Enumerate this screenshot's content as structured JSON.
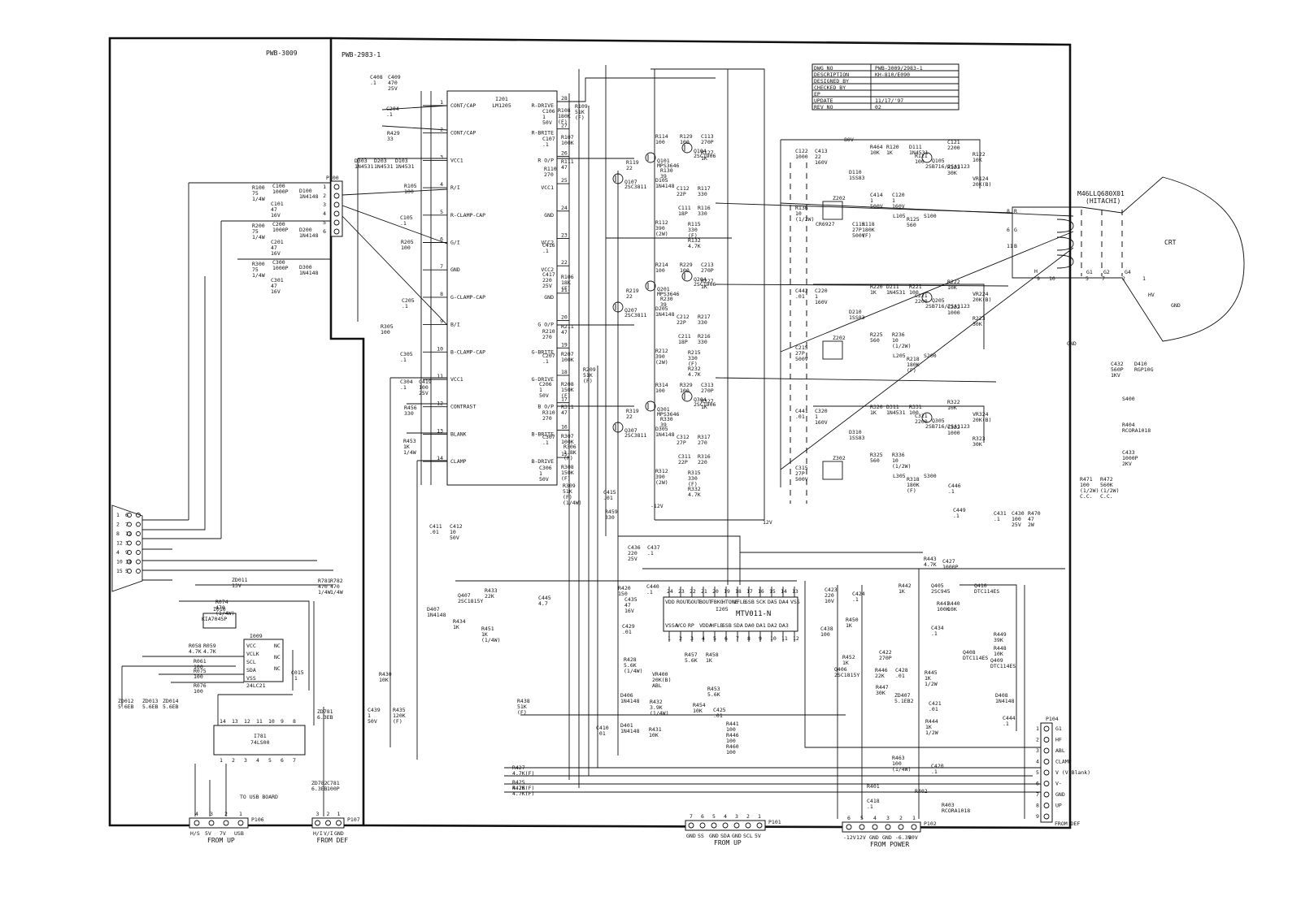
{
  "boards": {
    "left": "PWB-3009",
    "main": "PWB-2983-1"
  },
  "title_block": {
    "rows": [
      {
        "label": "DWG NO",
        "value": "PWB-3009/2983-1"
      },
      {
        "label": "DESCRIPTION",
        "value": "KH-810/E090"
      },
      {
        "label": "DESIGNED BY",
        "value": ""
      },
      {
        "label": "CHECKED BY",
        "value": ""
      },
      {
        "label": "EP",
        "value": ""
      },
      {
        "label": "UPDATE",
        "value": "11/17/'97"
      },
      {
        "label": "REV NO",
        "value": "02"
      }
    ]
  },
  "crt": {
    "model": "M46LLQ680X01",
    "maker": "(HITACHI)",
    "label": "CRT",
    "pins": [
      "G1",
      "G2",
      "G4",
      "HV",
      "GND"
    ],
    "pin_numbers": [
      "8",
      "6",
      "11",
      "9",
      "10",
      "5",
      "7",
      "2",
      "1"
    ],
    "color_inputs": [
      "R",
      "G",
      "B",
      "H"
    ]
  },
  "ic_i201": {
    "ref": "I201",
    "part": "LM1205",
    "left_pins": [
      {
        "num": "1",
        "name": "CONT/CAP"
      },
      {
        "num": "2",
        "name": "CONT/CAP"
      },
      {
        "num": "3",
        "name": "VCC1"
      },
      {
        "num": "4",
        "name": "R/I"
      },
      {
        "num": "5",
        "name": "R-CLAMP-CAP"
      },
      {
        "num": "6",
        "name": "G/I"
      },
      {
        "num": "7",
        "name": "GND"
      },
      {
        "num": "8",
        "name": "G-CLAMP-CAP"
      },
      {
        "num": "9",
        "name": "B/I"
      },
      {
        "num": "10",
        "name": "B-CLAMP-CAP"
      },
      {
        "num": "11",
        "name": "VCC1"
      },
      {
        "num": "12",
        "name": "CONTRAST"
      },
      {
        "num": "13",
        "name": "BLANK"
      },
      {
        "num": "14",
        "name": "CLAMP"
      }
    ],
    "right_pins": [
      {
        "num": "28",
        "name": "R-DRIVE"
      },
      {
        "num": "27",
        "name": "R-BRITE"
      },
      {
        "num": "26",
        "name": "R O/P"
      },
      {
        "num": "25",
        "name": "VCC1"
      },
      {
        "num": "24",
        "name": "GND"
      },
      {
        "num": "23",
        "name": "VCC2"
      },
      {
        "num": "22",
        "name": "VCC2"
      },
      {
        "num": "21",
        "name": "GND"
      },
      {
        "num": "20",
        "name": "G O/P"
      },
      {
        "num": "19",
        "name": "G-BRITE"
      },
      {
        "num": "18",
        "name": "G-DRIVE"
      },
      {
        "num": "17",
        "name": "B O/P"
      },
      {
        "num": "16",
        "name": "B-BRITE"
      },
      {
        "num": "15",
        "name": "B-DRIVE"
      }
    ]
  },
  "ic_i205": {
    "ref": "I205",
    "part": "MTV011-N",
    "top_pins": [
      "24",
      "23",
      "22",
      "21",
      "20",
      "19",
      "18",
      "17",
      "16",
      "15",
      "14",
      "13"
    ],
    "top_names": [
      "VDD",
      "ROUT",
      "GOUT",
      "BOUT",
      "FBKG",
      "HTONE",
      "VFLB",
      "SSB",
      "SCK",
      "DA5",
      "DA4",
      "VSS"
    ],
    "bottom_pins": [
      "1",
      "2",
      "3",
      "4",
      "5",
      "6",
      "7",
      "8",
      "9",
      "10",
      "11",
      "12"
    ],
    "bottom_names": [
      "VSSA",
      "VCO",
      "RP",
      "VDDA",
      "HFLB",
      "SSB",
      "SDA",
      "DA0",
      "DA1",
      "DA2",
      "DA3",
      ""
    ]
  },
  "ic_i010": {
    "ref": "I010",
    "part": "KIA7045P"
  },
  "ic_i009": {
    "ref": "I009",
    "part": "24LC21",
    "pins": [
      "VCC",
      "VCLK",
      "SCL",
      "SDA",
      "VSS",
      "NC",
      "NC",
      "NC"
    ]
  },
  "ic_i781": {
    "ref": "I781",
    "part": "74LS00",
    "pins_top": [
      "14",
      "13",
      "12",
      "11",
      "10",
      "9",
      "8"
    ],
    "pins_bottom": [
      "1",
      "2",
      "3",
      "4",
      "5",
      "6",
      "7"
    ]
  },
  "connectors": {
    "p100": {
      "ref": "P100",
      "pins": [
        "1",
        "2",
        "3",
        "4",
        "5",
        "6"
      ]
    },
    "p106": {
      "ref": "P106",
      "pins": [
        "4",
        "3",
        "2",
        "1"
      ],
      "labels": [
        "H/S",
        "5V",
        "7V",
        "USB"
      ],
      "caption": "FROM UP",
      "usb_note": "TO USB BOARD"
    },
    "p107": {
      "ref": "P107",
      "pins": [
        "3",
        "2",
        "1"
      ],
      "labels": [
        "H/I",
        "V/I",
        "GND"
      ],
      "caption": "FROM DEF"
    },
    "p101": {
      "ref": "P101",
      "pins": [
        "7",
        "6",
        "5",
        "4",
        "3",
        "2",
        "1"
      ],
      "labels": [
        "GND",
        "SS",
        "GND",
        "SDA",
        "GND",
        "SCL",
        "5V"
      ],
      "caption": "FROM UP"
    },
    "p102": {
      "ref": "P102",
      "pins": [
        "6",
        "5",
        "4",
        "3",
        "2",
        "1"
      ],
      "labels": [
        "-12V",
        "12V",
        "GND",
        "GND",
        "-6.3V",
        "80V"
      ],
      "caption": "FROM POWER"
    },
    "p104": {
      "ref": "P104",
      "pins": [
        "1",
        "2",
        "3",
        "4",
        "5",
        "6",
        "7",
        "8",
        "9"
      ],
      "labels": [
        "G1",
        "HF",
        "ABL",
        "CLAMP",
        "V (V-Blank)",
        "V-",
        "GND",
        "UP",
        ""
      ],
      "caption": "FROM DEF"
    },
    "dsub": {
      "pins": [
        "6",
        "1",
        "7",
        "2",
        "11",
        "8",
        "3",
        "12",
        "9",
        "4",
        "14",
        "10",
        "5",
        "15"
      ]
    }
  },
  "rails": {
    "v80": "80V",
    "v12": "12V",
    "vm12": "-12V"
  },
  "drive_channels": [
    {
      "name": "R",
      "pre_transistor": "Q107",
      "pre_part": "2SC3811",
      "main": "Q101",
      "main_part": "MPS3646",
      "comp": "Q104",
      "comp_part": "2SC1906",
      "clamp": "Z202",
      "diode": "D110",
      "diode_part": "1SS83",
      "coil": "L105",
      "spark": "S100",
      "out_tr": "Q105",
      "out_part": "2SB716/2SA1123",
      "parts": [
        "R114 100",
        "R129 100",
        "C113 270P",
        "R127 1K",
        "R119 22",
        "R130 39",
        "D105 1N4148",
        "C112 22P",
        "R117 330",
        "C111 18P",
        "R116 330",
        "R112 390 (2W)",
        "R115 330 (F)",
        "R132 4.7K",
        "R464 10K",
        "R120 1K",
        "D111 1N4531",
        "R121 100",
        "C121 2200",
        "R122 10K",
        "VR124 20K(B)",
        "R123 30K",
        "C122 1000",
        "C413 22 160V",
        "C414 1 500V",
        "C120 1 160V",
        "R125 560",
        "R136 10 (1/2W)",
        "R118 180K (F)",
        "C115 27P 500V",
        "CR6927"
      ]
    },
    {
      "name": "G",
      "pre_transistor": "Q207",
      "pre_part": "2SC3811",
      "main": "Q201",
      "main_part": "MPS3646",
      "comp": "Q204",
      "comp_part": "2SC1906",
      "clamp": "Z202",
      "diode": "D210",
      "diode_part": "1SS83",
      "coil": "L205",
      "spark": "S200",
      "out_tr": "Q205",
      "out_part": "2SB716/2SA1123",
      "parts": [
        "R214 100",
        "R229 100",
        "C213 270P",
        "R227 1K",
        "R219 22",
        "R230 39",
        "D205 1N4148",
        "C212 22P",
        "R217 330",
        "C211 18P",
        "R216 330",
        "R212 390 (2W)",
        "R215 330 (F)",
        "R232 4.7K",
        "R220 1K",
        "D211 1N4531",
        "R221 100",
        "C221 2200",
        "R222 10K",
        "VR224 20K(B)",
        "R223 30K",
        "C222 1000",
        "C442 .01",
        "C220 1 160V",
        "R225 560",
        "R236 10 (1/2W)",
        "R218 180K (F)",
        "C215 27P 500V"
      ]
    },
    {
      "name": "B",
      "pre_transistor": "Q307",
      "pre_part": "2SC3811",
      "main": "Q301",
      "main_part": "MPS3646",
      "comp": "Q304",
      "comp_part": "2SC1906",
      "clamp": "Z302",
      "diode": "D310",
      "diode_part": "1SS83",
      "coil": "L305",
      "spark": "S300",
      "out_tr": "Q305",
      "out_part": "2SB716/2SA1123",
      "parts": [
        "R314 100",
        "R329 100",
        "C313 270P",
        "R327 1K",
        "R319 22",
        "R330 39",
        "D305 1N4148",
        "C312 27P",
        "R317 270",
        "C311 22P",
        "R316 220",
        "R312 390 (2W)",
        "R315 330 (F)",
        "R332 4.7K",
        "R320 1K",
        "D311 1N4531",
        "R331 100",
        "C321 2200",
        "R322 10K",
        "VR324 20K(B)",
        "R323 30K",
        "C322 1000",
        "C441 .01",
        "C320 1 160V",
        "R325 560",
        "R336 10 (1/2W)",
        "R318 180K (F)",
        "C315 27P 500V"
      ]
    }
  ],
  "labels": {
    "input_parts": [
      "R100 75 1/4W",
      "C100 1000P",
      "D100 1N4148",
      "C101 47 16V",
      "R200 75 1/4W",
      "C200 1000P",
      "D200 1N4148",
      "C201 47 16V",
      "R300 75 1/4W",
      "C300 1000P",
      "D300 1N4148",
      "C301 47 16V",
      "D303 1N4531",
      "D203 1N4531",
      "D103 1N4531",
      "R105 100",
      "R205 100",
      "R305 100",
      "C105 .1",
      "C205 .1",
      "C305 .1",
      "C304 .1",
      "C419 100 25V",
      "R456 330",
      "R453 1K 1/4W"
    ],
    "i201_side": [
      "C408 .1",
      "C409 470 25V",
      "C204 .1",
      "R429 33",
      "C106 1 50V",
      "R108 180K (F)",
      "R109 51K (F)",
      "C107 .1",
      "R107 100K",
      "R111 47",
      "R110 270",
      "C416 .1",
      "C417 220 25V",
      "R106 18K (F)",
      "R211 47",
      "R210 270",
      "C207 .1",
      "R207 100K",
      "R209 51K (F)",
      "C206 1 50V",
      "R208 150K (F)",
      "R311 47",
      "R310 270",
      "C307 .1",
      "R307 100K",
      "R306 1.8K (F)",
      "C306 1 50V",
      "R308 150K (F)",
      "R309 51K (F) (1/4W)",
      "C411 .01",
      "C412 10 50V"
    ],
    "center": [
      "C415 .01",
      "R459 330",
      "C436 220 25V",
      "C437 .1",
      "R420 150",
      "C440 .1",
      "C435 47 16V",
      "C429 .01",
      "Q407 2SC1815Y",
      "R433 22K",
      "C445 4.7",
      "D407 1N4148",
      "R434 1K",
      "R451 1K (1/4W)",
      "R428 5.6K (1/4W)",
      "VR400 20K(B) ABL",
      "R457 5.6K",
      "R458 1K",
      "R453 5.6K",
      "R454 10K",
      "C425 .01",
      "R432 3.9K (1/4W)",
      "D406 1N4148",
      "D401 1N4148",
      "C410 .01",
      "R431 10K",
      "R438 51K (F)",
      "R430 10K",
      "C439 1 50V",
      "R435 120K (F)",
      "R441 100 R446 100 R460 100",
      "C423 220 10V",
      "C438 100",
      "R450 1K",
      "R452 1K",
      "Q406 2SC1815Y",
      "C424 .1",
      "R442 1K",
      "Q405 2SC945",
      "R441 100K",
      "R440 10K",
      "C434 .1",
      "Q410 DTC114ES",
      "R449 39K",
      "R448 10K",
      "Q408 DTC114ES",
      "Q409 DTC114ES",
      "D408 1N4148",
      "C422 270P",
      "R446 22K",
      "C428 .01",
      "R445 1K 1/2W",
      "R447 30K",
      "ZD407 5.1EB2",
      "C421 .01",
      "R444 1K 1/2W",
      "C444 .1",
      "R463 100 (1/4W)",
      "C420 .1",
      "R401",
      "R402",
      "R403 RCORA1018",
      "C418 .1",
      "R443 4.7K",
      "C427 1000P",
      "C431 .1",
      "C430 100 25V",
      "R470 47 2W",
      "C446 .1",
      "C449 .1",
      "C432 560P 1KV",
      "D410 RGP10G",
      "S400",
      "R404 RCORA1018",
      "C433 1000P 2KV",
      "R471 100 (1/2W) C.C.",
      "R472 560K (1/2W) C.C.",
      "R427 4.7K(F)",
      "R425 4.7K(F)",
      "R426 4.7K(F)"
    ],
    "left_lower": [
      "ZD011 13V",
      "R074 470 (1/4W)",
      "R058 4.7K",
      "R059 4.7K",
      "R061 100",
      "R075 100",
      "R076 100",
      "C015 .1",
      "R781 470 1/4W",
      "R782 470 1/4W",
      "ZD012 5.6EB",
      "ZD013 5.6EB",
      "ZD014 5.6EB",
      "ZD781 6.3EB",
      "ZD782 6.3EB",
      "C781 100P"
    ],
    "misc_ground": "GND",
    "twelve_v": "12V",
    "minus_twelve": "-12V"
  }
}
